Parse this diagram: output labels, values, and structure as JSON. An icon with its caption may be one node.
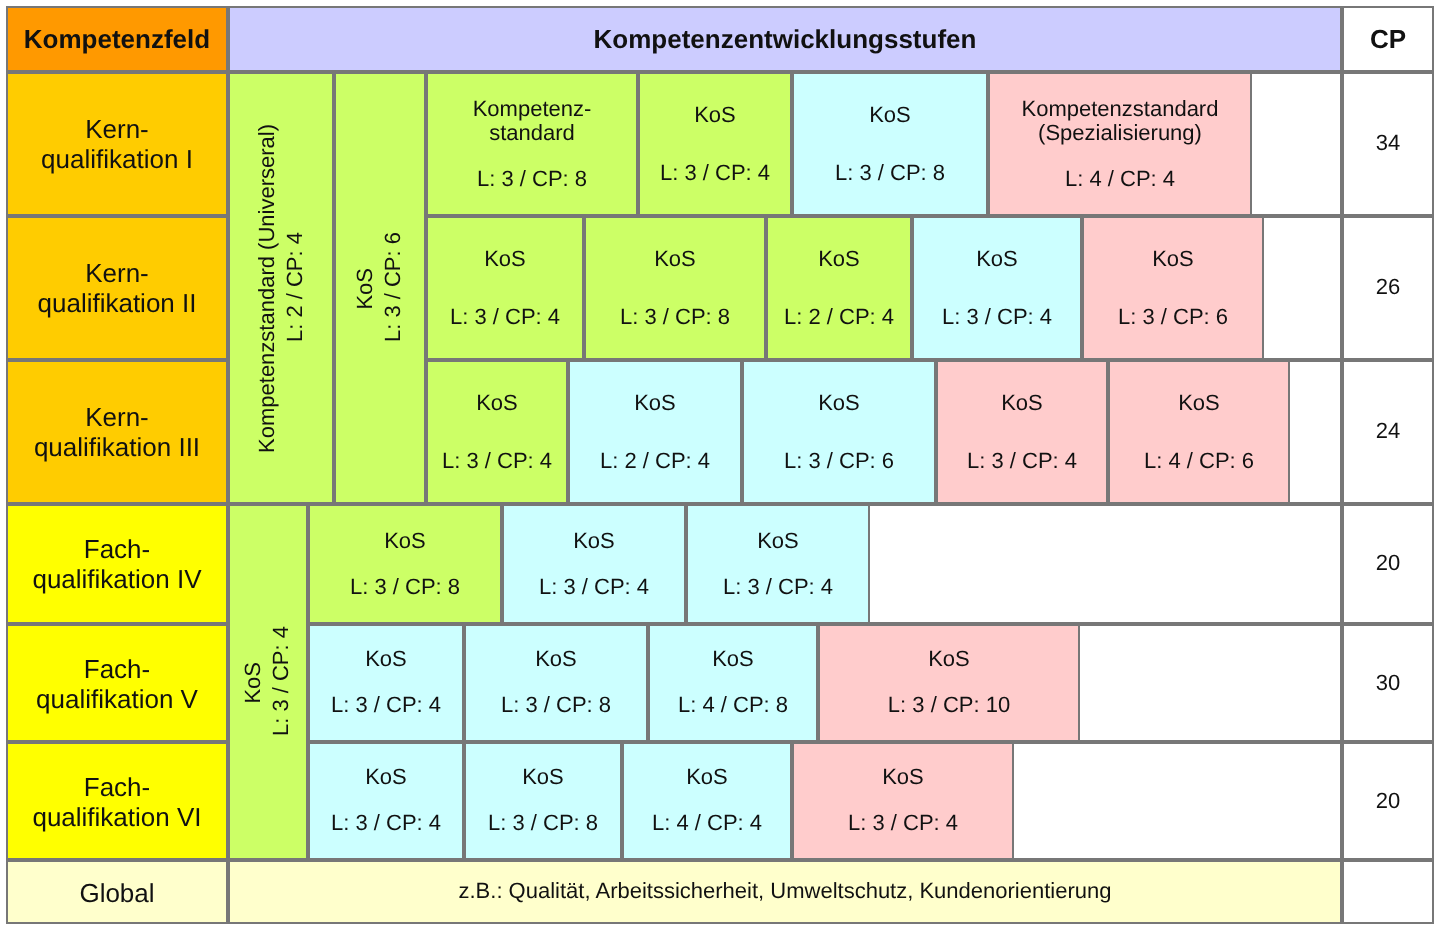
{
  "diagram": {
    "nodes": [
      {
        "text": [
          "Kompetenzfeld"
        ]
      },
      {
        "text": [
          "Kompetenzentwicklungsstufen"
        ]
      },
      {
        "text": [
          "CP"
        ]
      },
      {
        "text": [
          "Kern- qualifikation I"
        ]
      },
      {
        "text": [
          "Kompetenzstandard (Universeral)",
          "L: 2 / CP: 4"
        ]
      },
      {
        "text": [
          "KoS",
          "L: 3 / CP: 6"
        ]
      },
      {
        "text": [
          "Kompetenz- standard",
          "L: 3 / CP: 8"
        ]
      },
      {
        "text": [
          "KoS",
          "L: 3 / CP: 4"
        ]
      },
      {
        "text": [
          "KoS",
          "L: 3 / CP: 8"
        ]
      },
      {
        "text": [
          "Kompetenzstandard (Spezialisierung)",
          "L: 4 / CP: 4"
        ]
      },
      {
        "text": [
          "34"
        ]
      },
      {
        "text": [
          "Kern- qualifikation II"
        ]
      },
      {
        "text": [
          "KoS",
          "L: 3 / CP: 4"
        ]
      },
      {
        "text": [
          "KoS",
          "L: 3 / CP: 8"
        ]
      },
      {
        "text": [
          "KoS",
          "L: 2 / CP: 4"
        ]
      },
      {
        "text": [
          "KoS",
          "L: 3 / CP: 4"
        ]
      },
      {
        "text": [
          "KoS",
          "L: 3 / CP: 6"
        ]
      },
      {
        "text": [
          "26"
        ]
      },
      {
        "text": [
          "Kern- qualifikation III"
        ]
      },
      {
        "text": [
          "KoS",
          "L: 3 / CP: 4"
        ]
      },
      {
        "text": [
          "KoS",
          "L: 2 / CP: 4"
        ]
      },
      {
        "text": [
          "KoS",
          "L: 3 / CP: 6"
        ]
      },
      {
        "text": [
          "KoS",
          "L: 3 / CP: 4"
        ]
      },
      {
        "text": [
          "KoS",
          "L: 4 / CP: 6"
        ]
      },
      {
        "text": [
          "24"
        ]
      },
      {
        "text": [
          "Fach- qualifikation IV"
        ]
      },
      {
        "text": [
          "KoS",
          "L: 3 / CP: 4"
        ]
      },
      {
        "text": [
          "KoS",
          "L: 3 / CP: 8"
        ]
      },
      {
        "text": [
          "KoS",
          "L: 3 / CP: 4"
        ]
      },
      {
        "text": [
          "KoS",
          "L: 3 / CP: 4"
        ]
      },
      {
        "text": [
          "20"
        ]
      },
      {
        "text": [
          "Fach- qualifikation V"
        ]
      },
      {
        "text": [
          "KoS",
          "L: 3 / CP: 4"
        ]
      },
      {
        "text": [
          "KoS",
          "L: 3 / CP: 8"
        ]
      },
      {
        "text": [
          "KoS",
          "L: 4 / CP: 8"
        ]
      },
      {
        "text": [
          "KoS",
          "L: 3 / CP: 10"
        ]
      },
      {
        "text": [
          "30"
        ]
      },
      {
        "text": [
          "Fach- qualifikation VI"
        ]
      },
      {
        "text": [
          "KoS",
          "L: 3 / CP: 4"
        ]
      },
      {
        "text": [
          "KoS",
          "L: 3 / CP: 8"
        ]
      },
      {
        "text": [
          "KoS",
          "L: 4 / CP: 4"
        ]
      },
      {
        "text": [
          "KoS",
          "L: 3 / CP: 4"
        ]
      },
      {
        "text": [
          "20"
        ]
      },
      {
        "text": [
          "Global"
        ]
      },
      {
        "text": [
          "z.B.: Qualität, Arbeitssicherheit, Umweltschutz, Kundenorientierung"
        ]
      }
    ]
  }
}
